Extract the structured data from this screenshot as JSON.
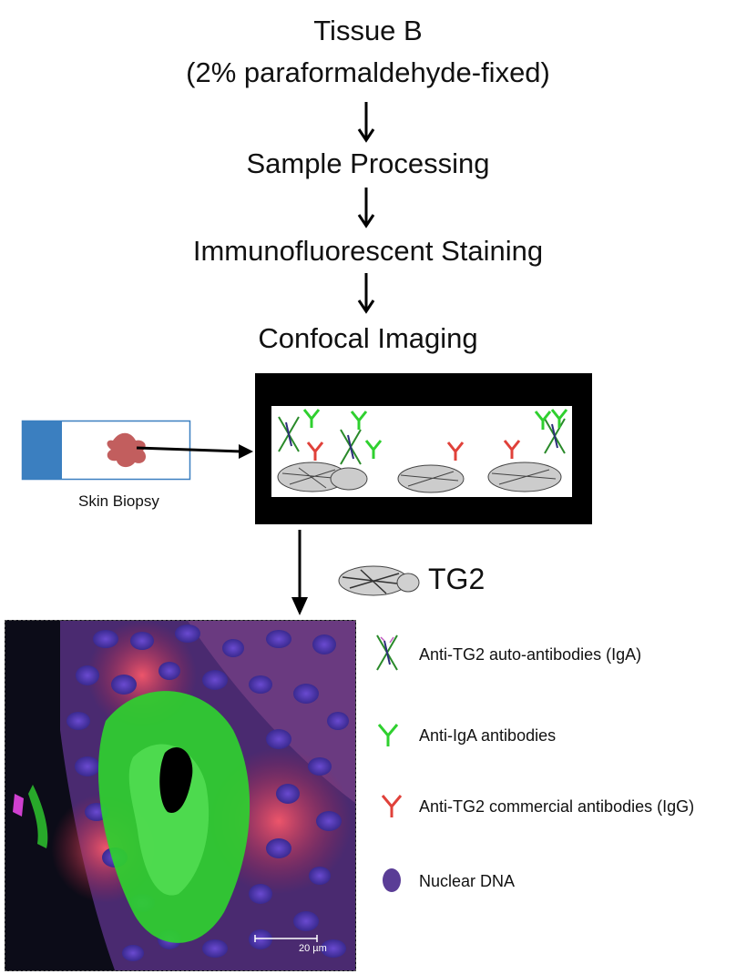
{
  "flow": {
    "title_line1": "Tissue B",
    "title_line2": "(2% paraformaldehyde-fixed)",
    "step1": "Sample Processing",
    "step2": "Immunofluorescent Staining",
    "step3": "Confocal Imaging"
  },
  "biopsy": {
    "label": "Skin Biopsy"
  },
  "tg2": {
    "label": "TG2"
  },
  "legend": {
    "item1": "Anti-TG2 auto-antibodies (IgA)",
    "item2": "Anti-IgA antibodies",
    "item3": "Anti-TG2 commercial antibodies (IgG)",
    "item4": "Nuclear DNA"
  },
  "micrograph": {
    "scale_label": "20 µm"
  },
  "colors": {
    "slide_blue": "#3b7fc0",
    "biopsy_red": "#c25e5e",
    "igA_green": "#2fd02f",
    "igG_red": "#e0413a",
    "nucleus_purple": "#5a3d96",
    "frame_black": "#000000"
  }
}
